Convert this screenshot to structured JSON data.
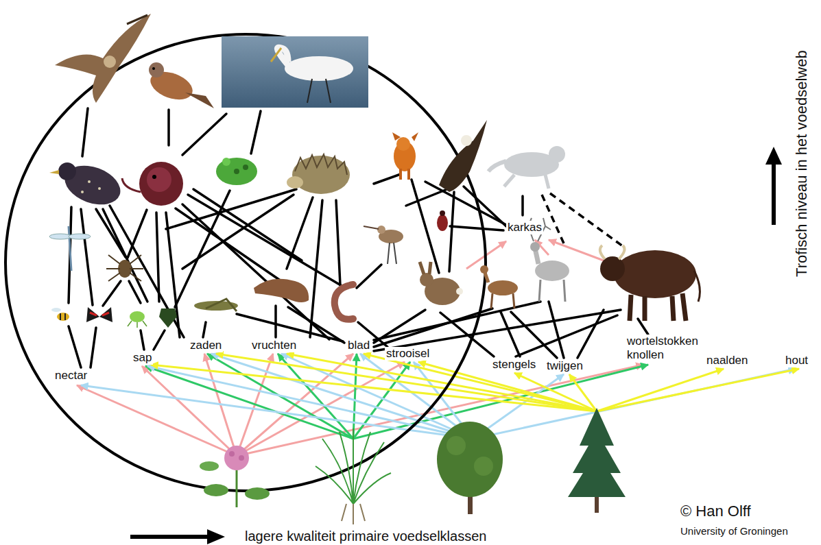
{
  "diagram": {
    "labels": [
      "nectar",
      "sap",
      "zaden",
      "vruchten",
      "blad",
      "strooisel",
      "stengels",
      "twijgen",
      "wortelstokken knollen",
      "naalden",
      "hout",
      "karkas",
      "Trofisch niveau in het voedselweb",
      "lagere kwaliteit primaire voedselklassen",
      "© Han Olff",
      "University of Groningen"
    ]
  }
}
